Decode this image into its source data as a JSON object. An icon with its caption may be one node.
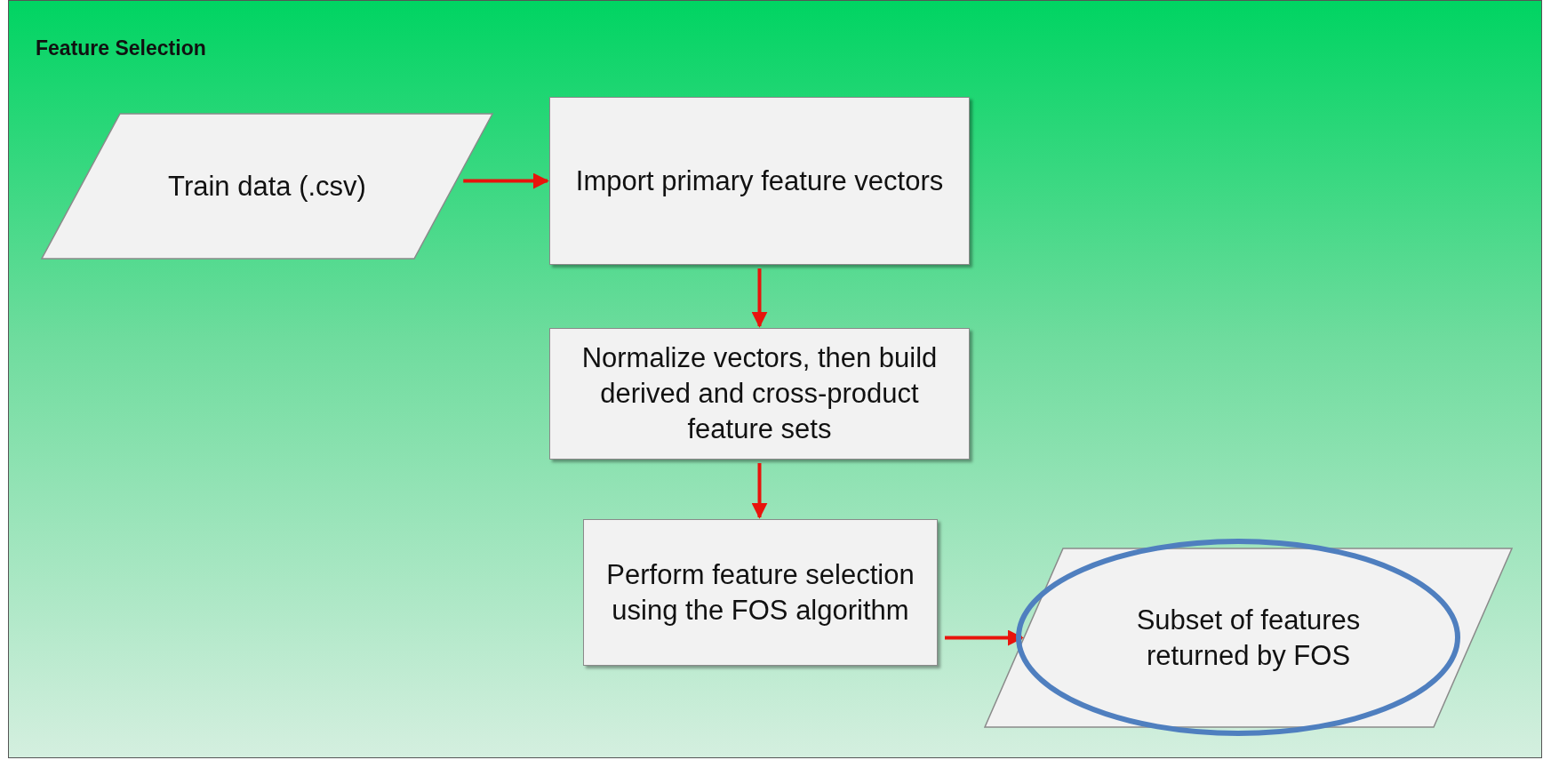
{
  "diagram": {
    "nodes": [
      {
        "text": [
          "Feature Selection"
        ]
      },
      {
        "text": [
          "Train data (.csv)"
        ],
        "in": 0
      },
      {
        "text": [
          "Import primary feature vectors"
        ],
        "in": 0
      },
      {
        "text": [
          "Normalize vectors, then build derived and cross-product feature sets"
        ],
        "in": 0
      },
      {
        "text": [
          "Perform feature selection using the FOS algorithm"
        ],
        "in": 0
      },
      {
        "text": [
          "Subset of features returned by FOS"
        ],
        "in": 0
      }
    ],
    "edges": [
      {
        "from": 1,
        "to": 2,
        "arrow": "to"
      },
      {
        "from": 2,
        "to": 3,
        "arrow": "to"
      },
      {
        "from": 3,
        "to": 4,
        "arrow": "to"
      },
      {
        "from": 4,
        "to": 5,
        "arrow": "to"
      }
    ]
  }
}
